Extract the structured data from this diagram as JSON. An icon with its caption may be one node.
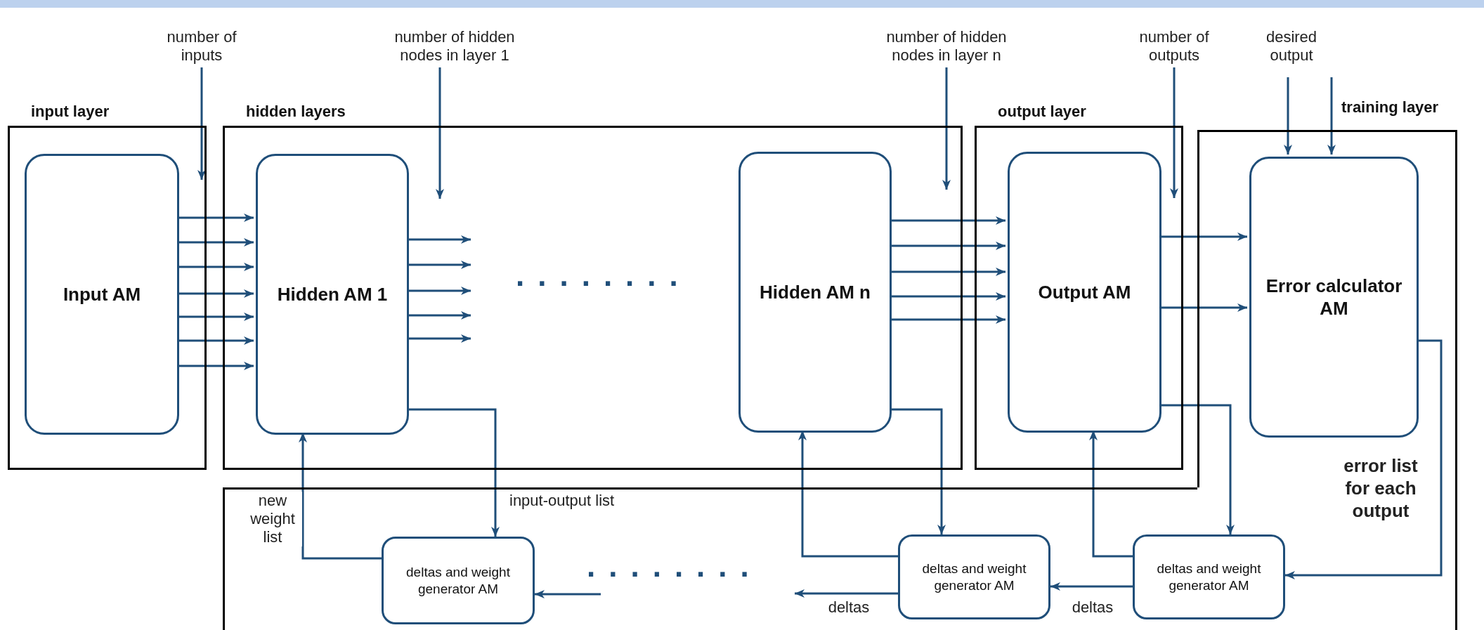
{
  "diagram": {
    "nodes": [
      {
        "text": [
          "number of inputs"
        ]
      },
      {
        "text": [
          "number of hidden nodes in layer 1"
        ]
      },
      {
        "text": [
          "number of hidden nodes in layer n"
        ]
      },
      {
        "text": [
          "number of outputs"
        ]
      },
      {
        "text": [
          "desired output"
        ]
      },
      {
        "text": [
          "input layer"
        ]
      },
      {
        "text": [
          "Input AM"
        ],
        "in": 5
      },
      {
        "text": [
          "hidden layers"
        ]
      },
      {
        "text": [
          "Hidden AM 1"
        ],
        "in": 7
      },
      {
        "text": [
          "Hidden AM n"
        ],
        "in": 7
      },
      {
        "text": [
          "output layer"
        ]
      },
      {
        "text": [
          "Output AM"
        ],
        "in": 10
      },
      {
        "text": [
          "training layer"
        ]
      },
      {
        "text": [
          "Error calculator AM"
        ],
        "in": 12
      },
      {
        "text": [],
        "shape": "box"
      },
      {
        "text": [
          "deltas and weight generator AM"
        ],
        "in": 14
      },
      {
        "text": [
          "deltas and weight generator AM"
        ],
        "in": 14
      },
      {
        "text": [
          "deltas and weight generator AM"
        ],
        "in": 14
      }
    ],
    "edges": [
      {
        "from": 0,
        "to": 6,
        "arrow": "to"
      },
      {
        "from": 1,
        "to": 8,
        "arrow": "to"
      },
      {
        "from": 2,
        "to": 7,
        "arrow": "to"
      },
      {
        "from": 3,
        "to": 11,
        "arrow": "to"
      },
      {
        "from": 4,
        "to": 13,
        "arrow": "to"
      },
      {
        "from": 4,
        "to": 13,
        "arrow": "to"
      },
      {
        "from": 6,
        "to": 8,
        "arrow": "to"
      },
      {
        "from": 6,
        "to": 8,
        "arrow": "to"
      },
      {
        "from": 6,
        "to": 8,
        "arrow": "to"
      },
      {
        "from": 6,
        "to": 8,
        "arrow": "to"
      },
      {
        "from": 6,
        "to": 8,
        "arrow": "to"
      },
      {
        "from": 6,
        "to": 8,
        "arrow": "to"
      },
      {
        "from": 6,
        "to": 8,
        "arrow": "to"
      },
      {
        "from": 8,
        "to": null,
        "arrow": "to"
      },
      {
        "from": 8,
        "to": null,
        "arrow": "to"
      },
      {
        "from": 8,
        "to": null,
        "arrow": "to"
      },
      {
        "from": 8,
        "to": null,
        "arrow": "to"
      },
      {
        "from": 8,
        "to": null,
        "arrow": "to"
      },
      {
        "from": 9,
        "to": 11,
        "arrow": "to"
      },
      {
        "from": 9,
        "to": 11,
        "arrow": "to"
      },
      {
        "from": 9,
        "to": 11,
        "arrow": "to"
      },
      {
        "from": 9,
        "to": 11,
        "arrow": "to"
      },
      {
        "from": 9,
        "to": 11,
        "arrow": "to"
      },
      {
        "from": 11,
        "to": 13,
        "arrow": "to"
      },
      {
        "from": 11,
        "to": 13,
        "arrow": "to"
      },
      {
        "from": 8,
        "to": 15,
        "arrow": "to",
        "label": "input-output list"
      },
      {
        "from": 15,
        "to": 8,
        "arrow": "to",
        "label": "new weight list"
      },
      {
        "from": 9,
        "to": 16,
        "arrow": "to"
      },
      {
        "from": 16,
        "to": 9,
        "arrow": "to"
      },
      {
        "from": 11,
        "to": 17,
        "arrow": "to"
      },
      {
        "from": 17,
        "to": 11,
        "arrow": "to"
      },
      {
        "from": 13,
        "to": 17,
        "arrow": "to",
        "label": "error list for each output"
      },
      {
        "from": 17,
        "to": 16,
        "arrow": "to",
        "label": "deltas"
      },
      {
        "from": 16,
        "to": null,
        "arrow": "to",
        "label": "deltas"
      },
      {
        "from": null,
        "to": 15,
        "arrow": "to"
      }
    ],
    "labels": [
      "........",
      "........"
    ]
  }
}
